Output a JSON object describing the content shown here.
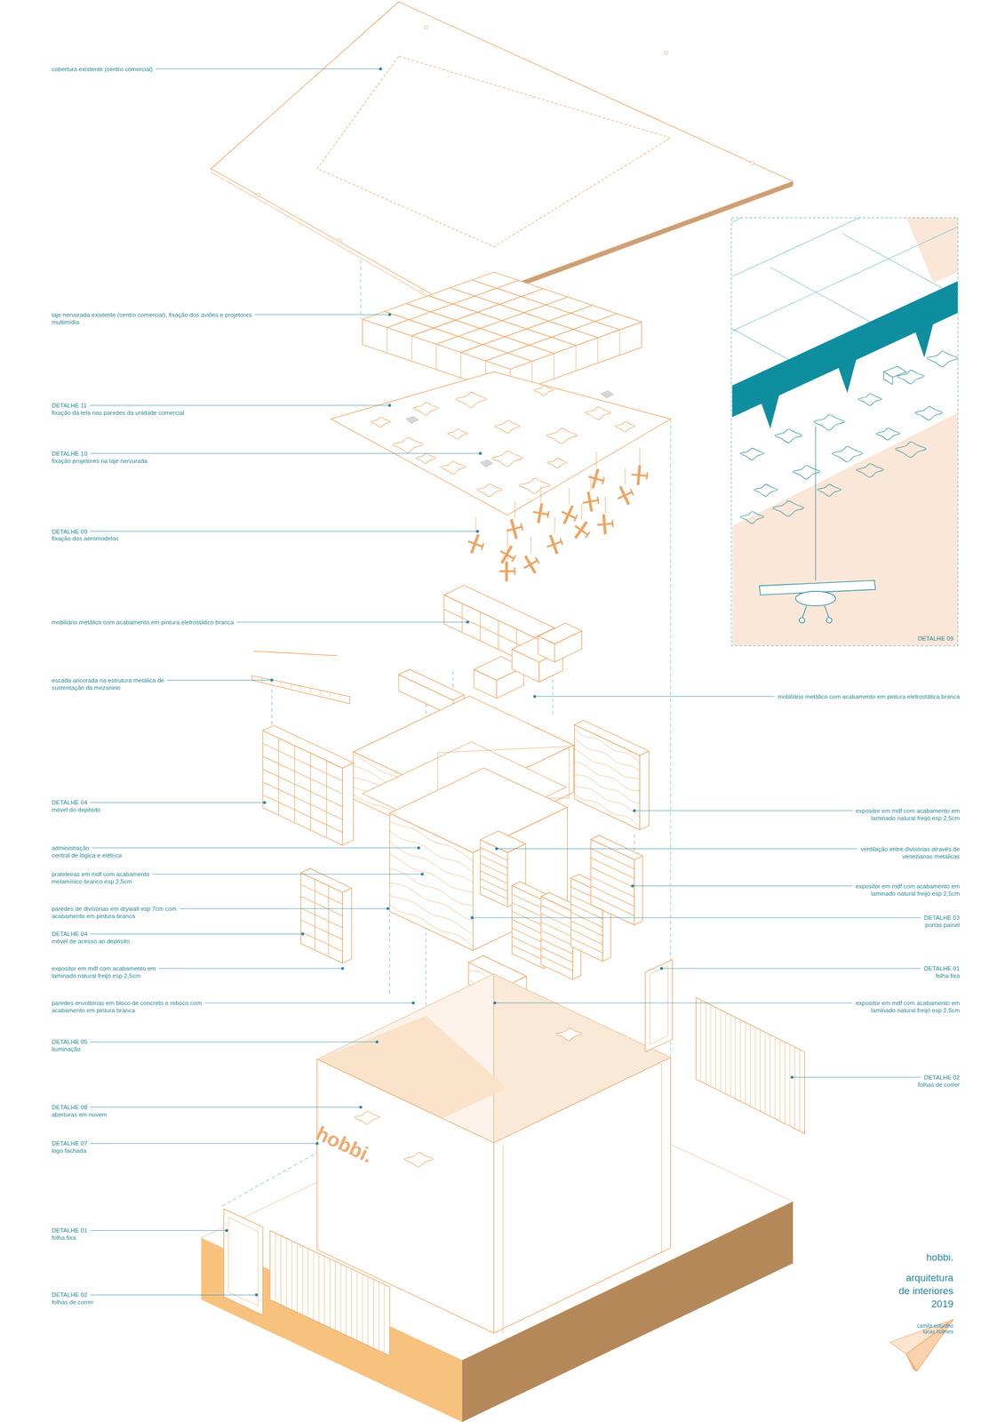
{
  "diagram": {
    "labels": [
      "cobertura existente (centro comercial)",
      "laje nervurada existente (centro comercial), fixação dos aviões e projetores multimídia",
      "DETALHE 11",
      "fixação da tela nas paredes da unidade comercial",
      "DETALHE 10",
      "fixação projetores na laje nervurada",
      "DETALHE 09",
      "fixação dos aeromodelos",
      "mobiliário metálico com acabamento em pintura eletrostático branca",
      "escada ancorada na estrutura metálica de sustentação da mezanino",
      "DETALHE 04",
      "móvel do depósito",
      "administração",
      "central de lógica e elétrica",
      "prateleiras em mdf com acabamento melamínico branco esp 2,5cm",
      "paredes de divisórias em drywall esp 7cm com acabamento em pintura branca",
      "DETALHE 04",
      "móvel de acesso ao depósito",
      "expositor em mdf com acabamento em laminado natural freijó esp 2,5cm",
      "paredes envoltórias em bloco de concreto e reboco com acabamento em pintura branca",
      "DETALHE 05",
      "iluminação",
      "DETALHE 08",
      "aberturas em nuvem",
      "DETALHE 07",
      "logo fachada",
      "DETALHE 01",
      "folha fixa",
      "DETALHE 02",
      "folhas de correr",
      "DETALHE 09",
      "mobiliário metálico com acabamento em pintura eletrostática branca",
      "expositor em mdf com acabamento em laminado natural freijó esp 2,5cm",
      "ventilação entre divisórias através de venezianas metálicas",
      "expositor em mdf com acabamento em laminado natural freijó esp 2,5cm",
      "DETALHE 03",
      "portas painel",
      "DETALHE 01",
      "folha fixa",
      "expositor em mdf com acabamento em laminado natural freijó esp 2,5cm",
      "DETALHE 02",
      "folhas de correr",
      "hobbi.",
      "hobbi.",
      "arquitetura de interiores 2019",
      "camila esturilho lucas holmes"
    ]
  }
}
